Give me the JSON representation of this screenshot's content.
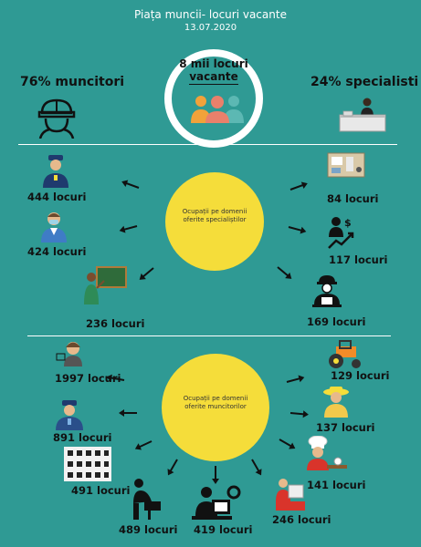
{
  "header": {
    "title": "Piața muncii- locuri vacante",
    "date": "13.07.2020"
  },
  "top": {
    "left_stat": "76%  muncitori",
    "right_stat": "24% specialisti",
    "center_line1": "8 mii locuri",
    "center_line2": "vacante"
  },
  "specialists": {
    "circle_label": "Ocupații pe domenii oferite specialiștilor",
    "items": [
      {
        "label": "444 locuri"
      },
      {
        "label": "424 locuri"
      },
      {
        "label": "236 locuri"
      },
      {
        "label": "84 locuri"
      },
      {
        "label": "117  locuri"
      },
      {
        "label": "169 locuri"
      }
    ]
  },
  "workers": {
    "circle_label": "Ocupații pe domenii oferite muncitorilor",
    "items": [
      {
        "label": "1997 locuri"
      },
      {
        "label": "891 locuri"
      },
      {
        "label": "491 locuri"
      },
      {
        "label": "489 locuri"
      },
      {
        "label": "419 locuri"
      },
      {
        "label": "246 locuri"
      },
      {
        "label": "141 locuri"
      },
      {
        "label": "137 locuri"
      },
      {
        "label": "129 locuri"
      }
    ]
  }
}
